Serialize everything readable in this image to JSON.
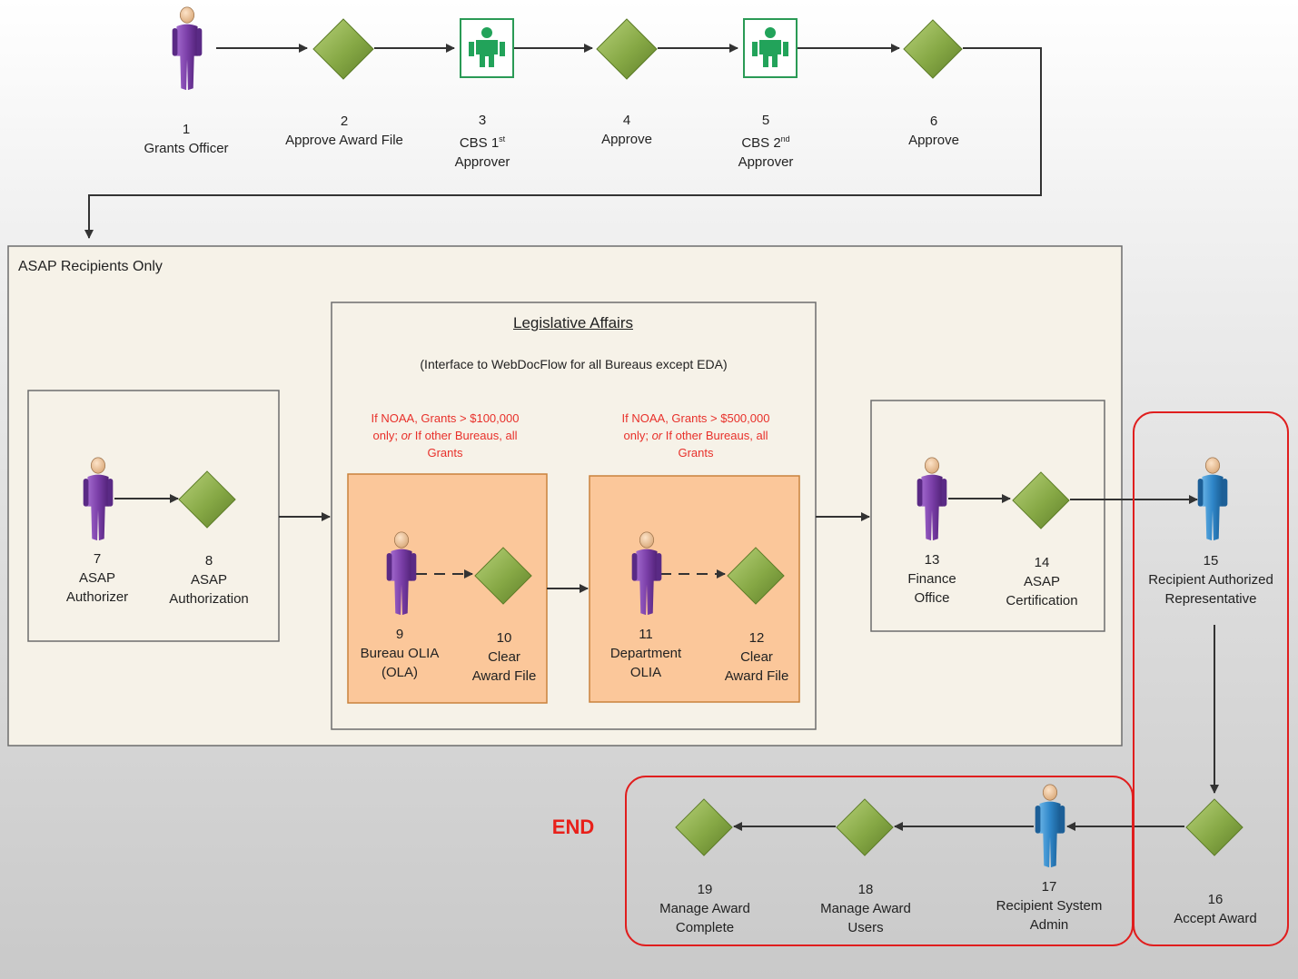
{
  "top_row": {
    "step1": {
      "num": "1",
      "label": "Grants Officer"
    },
    "step2": {
      "num": "2",
      "label": "Approve Award File"
    },
    "step3": {
      "num": "3",
      "label_pre": "CBS 1",
      "label_sup": "st",
      "label2": "Approver"
    },
    "step4": {
      "num": "4",
      "label": "Approve"
    },
    "step5": {
      "num": "5",
      "label_pre": "CBS 2",
      "label_sup": "nd",
      "label2": "Approver"
    },
    "step6": {
      "num": "6",
      "label": "Approve"
    }
  },
  "asap": {
    "title": "ASAP Recipients Only",
    "step7": {
      "num": "7",
      "l1": "ASAP",
      "l2": "Authorizer"
    },
    "step8": {
      "num": "8",
      "l1": "ASAP",
      "l2": "Authorization"
    }
  },
  "legislative": {
    "title": "Legislative Affairs",
    "subtitle": "(Interface to WebDocFlow for all Bureaus except EDA)",
    "cond1": {
      "l1": "If NOAA, Grants > $100,000",
      "l2a": "only; ",
      "l2b": "or",
      "l2c": " If other Bureaus, all",
      "l3": "Grants"
    },
    "cond2": {
      "l1": "If NOAA, Grants > $500,000",
      "l2a": "only; ",
      "l2b": "or",
      "l2c": " If other Bureaus, all",
      "l3": "Grants"
    },
    "step9": {
      "num": "9",
      "l1": "Bureau OLIA",
      "l2": "(OLA)"
    },
    "step10": {
      "num": "10",
      "l1": "Clear",
      "l2": "Award File"
    },
    "step11": {
      "num": "11",
      "l1": "Department",
      "l2": "OLIA"
    },
    "step12": {
      "num": "12",
      "l1": "Clear",
      "l2": "Award File"
    }
  },
  "finance": {
    "step13": {
      "num": "13",
      "l1": "Finance",
      "l2": "Office"
    },
    "step14": {
      "num": "14",
      "l1": "ASAP",
      "l2": "Certification"
    }
  },
  "recipient": {
    "step15": {
      "num": "15",
      "l1": "Recipient Authorized",
      "l2": "Representative"
    },
    "step16": {
      "num": "16",
      "label": "Accept Award"
    },
    "step17": {
      "num": "17",
      "l1": "Recipient System",
      "l2": "Admin"
    },
    "step18": {
      "num": "18",
      "l1": "Manage Award",
      "l2": "Users"
    },
    "step19": {
      "num": "19",
      "l1": "Manage Award",
      "l2": "Complete"
    }
  },
  "end_label": "END",
  "colors": {
    "person_purple": "#7b3fa8",
    "person_blue": "#2f86c8",
    "diamond_green": "#8db04e",
    "orange_box": "#fbc79a",
    "orange_border": "#d38a3a",
    "highlight_red": "#e01e1e",
    "panel_bg": "#f6f2e8",
    "approver_green": "#22a35a"
  }
}
